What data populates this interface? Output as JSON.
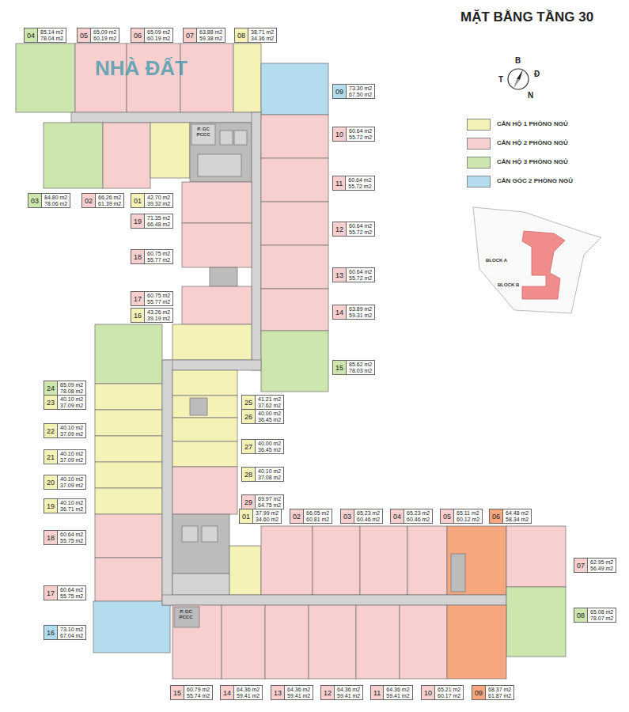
{
  "diagram": {
    "title": "MẶT BẰNG TẦNG 30",
    "nodes": [
      {
        "text": [
          "04",
          "85.14 m2",
          "78.04 m2"
        ]
      },
      {
        "text": [
          "05",
          "65.09 m2",
          "60.19 m2"
        ]
      },
      {
        "text": [
          "06",
          "65.09 m2",
          "60.19 m2"
        ]
      },
      {
        "text": [
          "07",
          "63.88 m2",
          "59.38 m2"
        ]
      },
      {
        "text": [
          "08",
          "38.71 m2",
          "34.36 m2"
        ]
      },
      {
        "text": [
          "09",
          "73.30 m2",
          "67.50 m2"
        ]
      },
      {
        "text": [
          "10",
          "60.64 m2",
          "55.72 m2"
        ]
      },
      {
        "text": [
          "03",
          "84.80 m2",
          "78.06 m2"
        ]
      },
      {
        "text": [
          "02",
          "66.26 m2",
          "61.39 m2"
        ]
      },
      {
        "text": [
          "01",
          "42.70 m2",
          "39.32 m2"
        ]
      },
      {
        "text": [
          "11",
          "60.64 m2",
          "55.72 m2"
        ]
      },
      {
        "text": [
          "19",
          "71.35 m2",
          "66.48 m2"
        ]
      },
      {
        "text": [
          "12",
          "60.64 m2",
          "55.72 m2"
        ]
      },
      {
        "text": [
          "18",
          "60.75 m2",
          "55.77 m2"
        ]
      },
      {
        "text": [
          "13",
          "60.64 m2",
          "55.72 m2"
        ]
      },
      {
        "text": [
          "17",
          "60.75 m2",
          "55.77 m2"
        ]
      },
      {
        "text": [
          "16",
          "43.26 m2",
          "39.19 m2"
        ]
      },
      {
        "text": [
          "14",
          "63.89 m2",
          "59.31 m2"
        ]
      },
      {
        "text": [
          "15",
          "85.62 m2",
          "78.03 m2"
        ]
      },
      {
        "text": [
          "24",
          "85.09 m2",
          "78.08 m2"
        ]
      },
      {
        "text": [
          "23",
          "40.10 m2",
          "37.09 m2"
        ]
      },
      {
        "text": [
          "25",
          "41.21 m2",
          "37.62 m2"
        ]
      },
      {
        "text": [
          "26",
          "40.00 m2",
          "36.45 m2"
        ]
      },
      {
        "text": [
          "22",
          "40.10 m2",
          "37.09 m2"
        ]
      },
      {
        "text": [
          "27",
          "40.00 m2",
          "36.45 m2"
        ]
      },
      {
        "text": [
          "21",
          "40.10 m2",
          "37.09 m2"
        ]
      },
      {
        "text": [
          "28",
          "40.10 m2",
          "37.08 m2"
        ]
      },
      {
        "text": [
          "20",
          "40.10 m2",
          "37.09 m2"
        ]
      },
      {
        "text": [
          "29",
          "69.97 m2",
          "64.75 m2"
        ]
      },
      {
        "text": [
          "19",
          "40.10 m2",
          "36.71 m2"
        ]
      },
      {
        "text": [
          "01",
          "37.99 m2",
          "34.60 m2"
        ]
      },
      {
        "text": [
          "02",
          "66.05 m2",
          "60.81 m2"
        ]
      },
      {
        "text": [
          "03",
          "65.23 m2",
          "60.46 m2"
        ]
      },
      {
        "text": [
          "04",
          "65.23 m2",
          "60.46 m2"
        ]
      },
      {
        "text": [
          "05",
          "65.11 m2",
          "60.12 m2"
        ]
      },
      {
        "text": [
          "06",
          "64.48 m2",
          "58.34 m2"
        ]
      },
      {
        "text": [
          "18",
          "60.64 m2",
          "55.75 m2"
        ]
      },
      {
        "text": [
          "07",
          "62.95 m2",
          "56.49 m2"
        ]
      },
      {
        "text": [
          "17",
          "60.64 m2",
          "55.75 m2"
        ]
      },
      {
        "text": [
          "08",
          "65.08 m2",
          "78.07 m2"
        ]
      },
      {
        "text": [
          "16",
          "73.10 m2",
          "67.04 m2"
        ]
      },
      {
        "text": [
          "15",
          "60.79 m2",
          "55.74 m2"
        ]
      },
      {
        "text": [
          "14",
          "64.36 m2",
          "59.41 m2"
        ]
      },
      {
        "text": [
          "13",
          "64.36 m2",
          "59.41 m2"
        ]
      },
      {
        "text": [
          "12",
          "64.36 m2",
          "59.41 m2"
        ]
      },
      {
        "text": [
          "11",
          "64.36 m2",
          "59.41 m2"
        ]
      },
      {
        "text": [
          "10",
          "65.21 m2",
          "60.17 m2"
        ]
      },
      {
        "text": [
          "09",
          "68.37 m2",
          "61.87 m2"
        ]
      }
    ],
    "labels": [
      "P. GC PCCC",
      "P. GC PCCC",
      "B",
      "T",
      "Đ",
      "N",
      "BLOCK A",
      "BLOCK B",
      "NHÀ ĐẤT"
    ],
    "legend": [
      {
        "text": "CĂN HỘ 1 PHÒNG NGỦ",
        "color": "#f5f2b8"
      },
      {
        "text": "CĂN HỘ 2 PHÒNG NGỦ",
        "color": "#f7cfcf"
      },
      {
        "text": "CĂN HỘ 3 PHÒNG NGỦ",
        "color": "#cde6ad"
      },
      {
        "text": "CĂN GÓC 2 PHÒNG NGỦ",
        "color": "#b3dcee"
      }
    ]
  }
}
